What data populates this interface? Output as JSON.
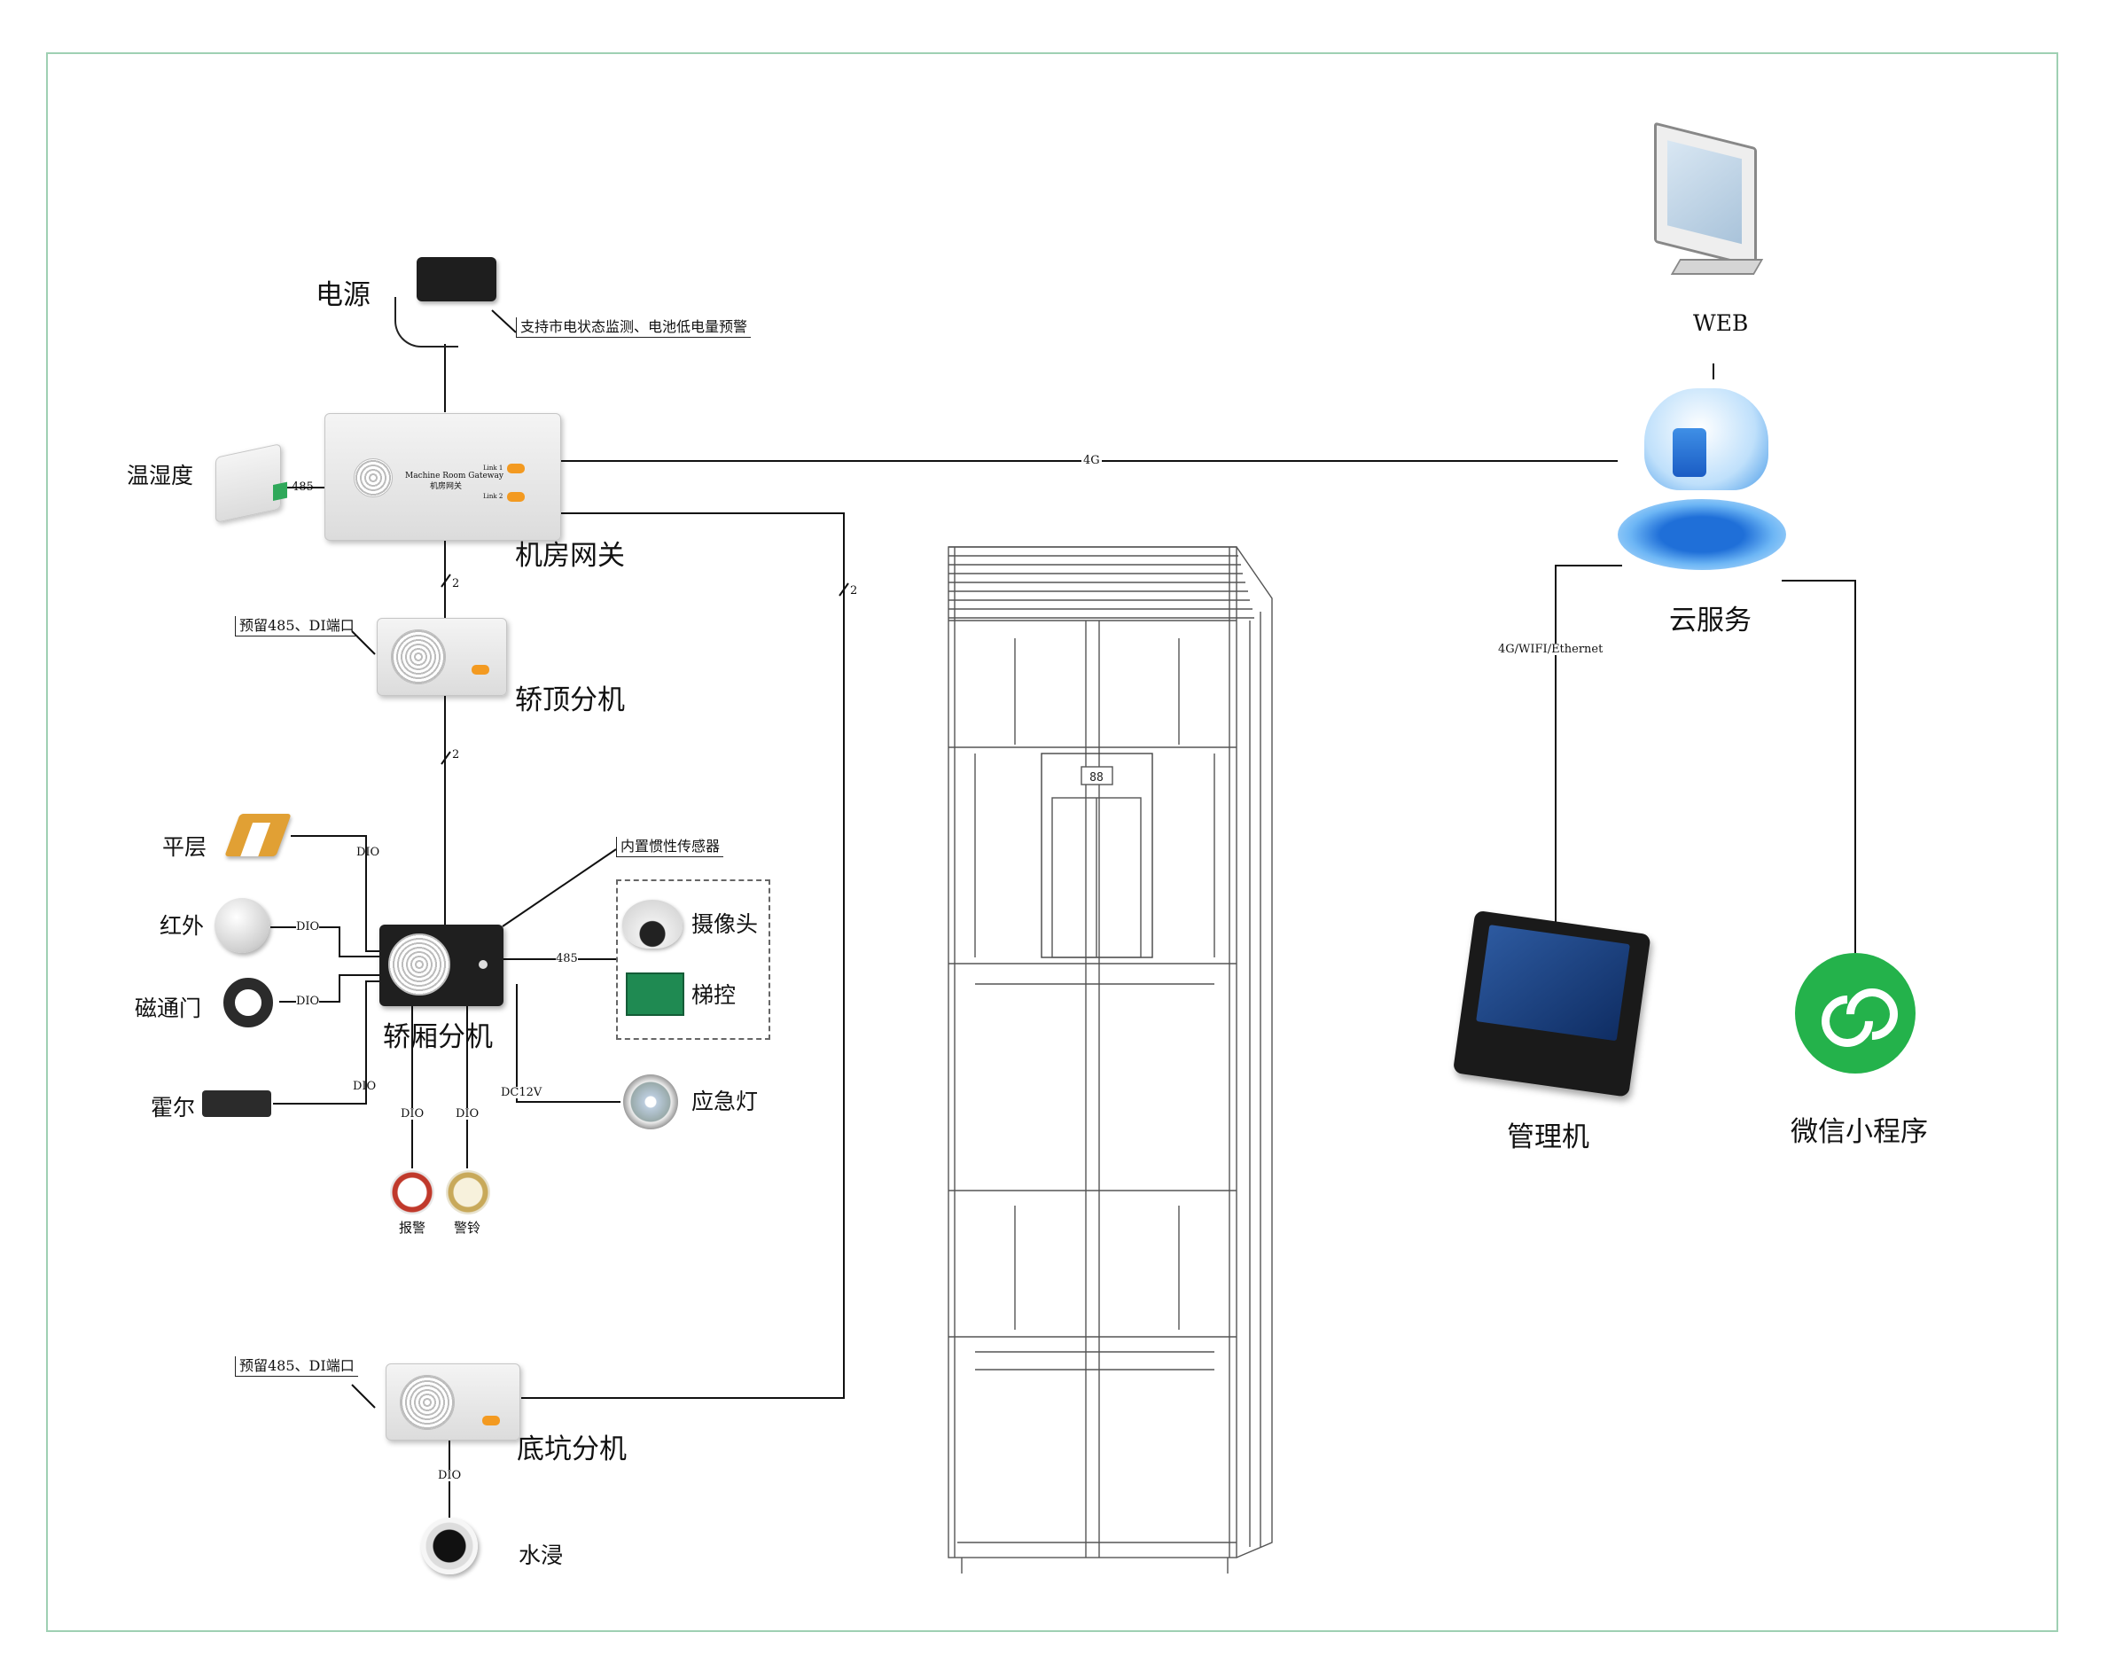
{
  "power": {
    "label": "电源",
    "note": "支持市电状态监测、电池低电量预警"
  },
  "temp_humidity": {
    "label": "温湿度",
    "link": "485"
  },
  "machine_gateway": {
    "label": "机房网关",
    "panel_text_en": "Machine Room Gateway",
    "panel_text_cn": "机房网关",
    "port1": "Link 1",
    "port2": "Link 2"
  },
  "car_top_unit": {
    "label": "轿顶分机",
    "note": "预留485、DI端口"
  },
  "car_unit": {
    "label": "轿厢分机",
    "note": "内置惯性传感器"
  },
  "pit_unit": {
    "label": "底坑分机",
    "note": "预留485、DI端口"
  },
  "sensors_left": [
    {
      "label": "平层",
      "link": "DIO"
    },
    {
      "label": "红外",
      "link": "DIO"
    },
    {
      "label": "磁通门",
      "link": "DIO"
    },
    {
      "label": "霍尔",
      "link": "DIO"
    }
  ],
  "buttons": [
    {
      "label": "报警",
      "link": "DIO"
    },
    {
      "label": "警铃",
      "link": "DIO"
    }
  ],
  "camera": {
    "label": "摄像头"
  },
  "elevator_control": {
    "label": "梯控"
  },
  "car_link_485": "485",
  "emergency_light": {
    "label": "应急灯",
    "link": "DC12V"
  },
  "water": {
    "label": "水浸",
    "link": "DIO"
  },
  "cloud": {
    "label": "云服务"
  },
  "web": {
    "label": "WEB"
  },
  "manager": {
    "label": "管理机"
  },
  "wechat": {
    "label": "微信小程序"
  },
  "links": {
    "gateway_cloud": "4G",
    "cloud_clients": "4G/WIFI/Ethernet",
    "bus_count_1": "2",
    "bus_count_2": "2",
    "bus_count_3": "2"
  },
  "elevator": {
    "floor_display": "88"
  },
  "colors": {
    "frame": "#9fd0b3",
    "accent_orange": "#f39a21",
    "wechat_green": "#24b24b",
    "cloud_blue": "#2a7de1"
  }
}
